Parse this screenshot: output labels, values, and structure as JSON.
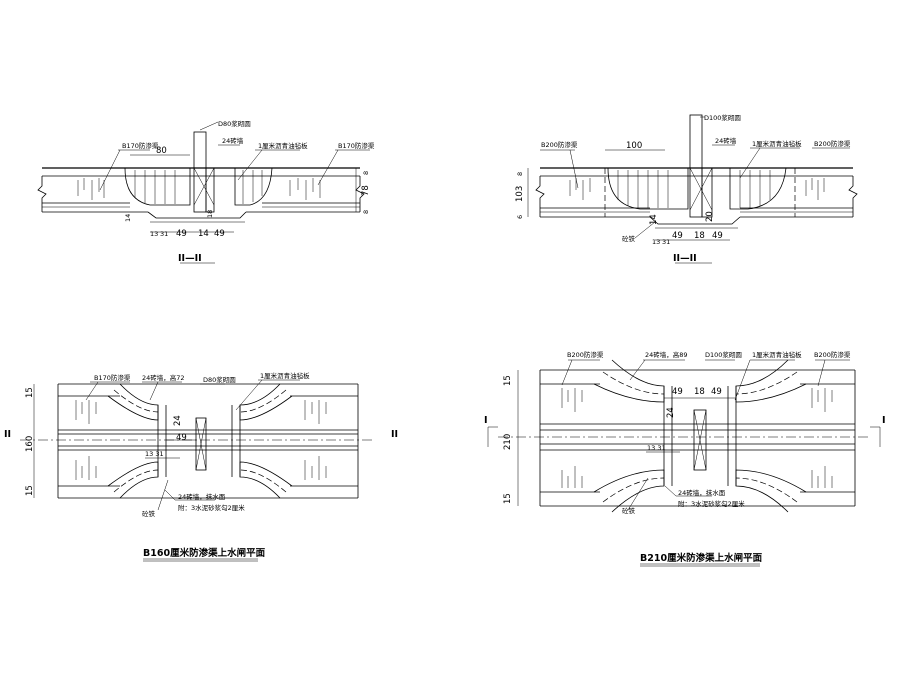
{
  "section_a": {
    "d_label": "D80浆砌圆",
    "left_label": "B170防渗渠",
    "right_label": "B170防渗渠",
    "width_dim": "80",
    "wall_label": "24砖墙",
    "top_label": "1厘米沥青油毡板",
    "dims_bottom": [
      "13",
      "31",
      "49",
      "14",
      "49"
    ],
    "dim_14": "14",
    "dim_18": "18",
    "right_dims": [
      "8",
      "78",
      "8"
    ],
    "section_mark": "II—II"
  },
  "section_b": {
    "d_label": "D100浆砌圆",
    "left_label": "B200防渗渠",
    "right_label": "B200防渗渠",
    "width_dim": "100",
    "wall_label": "24砖墙",
    "top_label": "1厘米沥青油毡板",
    "dims_bottom": [
      "13",
      "31",
      "49",
      "18",
      "49"
    ],
    "dim_14": "14",
    "dim_20": "20",
    "left_dims": [
      "8",
      "103",
      "6"
    ],
    "bed_label": "砼铁",
    "section_mark": "II—II"
  },
  "plan_a": {
    "left_label": "B170防渗渠",
    "wall_top": "24砖墙，高72",
    "d_label": "D80浆砌圆",
    "top_right_label": "1厘米沥青油毡板",
    "dim_24": "24",
    "dim_49": "49",
    "dims_13_31": "13  31",
    "wall_bottom": "24砖墙，抹水面",
    "note": "附：3水泥砂浆勾2厘米",
    "bed_label": "砼铁",
    "left_dims": [
      "15",
      "160",
      "15"
    ],
    "mark": "II",
    "title": "B160厘米防渗渠上水闸平面"
  },
  "plan_b": {
    "left_label": "B200防渗渠",
    "wall_top": "24砖墙，高89",
    "d_label": "D100浆砌圆",
    "top_right_label": "1厘米沥青油毡板",
    "right_label": "B200防渗渠",
    "dims_top": [
      "49",
      "18",
      "49"
    ],
    "dim_24": "24",
    "dims_13_31": "13  31",
    "wall_bottom": "24砖墙，抹水面",
    "note": "附：3水泥砂浆勾2厘米",
    "bed_label": "砼铁",
    "left_dims": [
      "15",
      "210",
      "15"
    ],
    "mark": "I",
    "title": "B210厘米防渗渠上水闸平面"
  }
}
